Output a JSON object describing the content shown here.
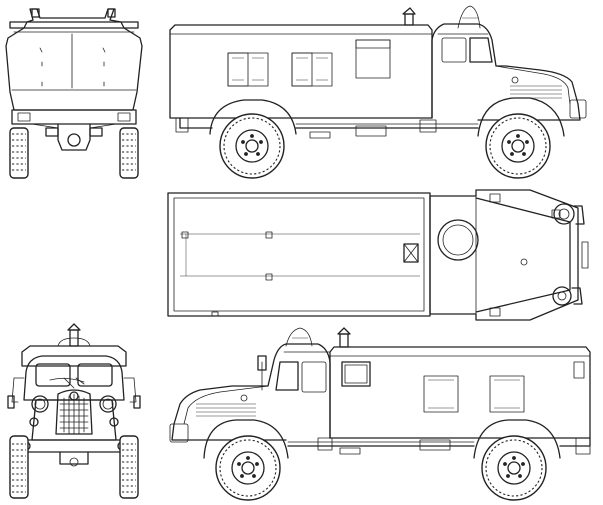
{
  "drawing": {
    "subject": "fire-truck",
    "views": [
      "rear-view",
      "left-side-view",
      "top-view",
      "front-view",
      "right-side-view"
    ],
    "line_color": "#222222",
    "background": "#ffffff"
  }
}
